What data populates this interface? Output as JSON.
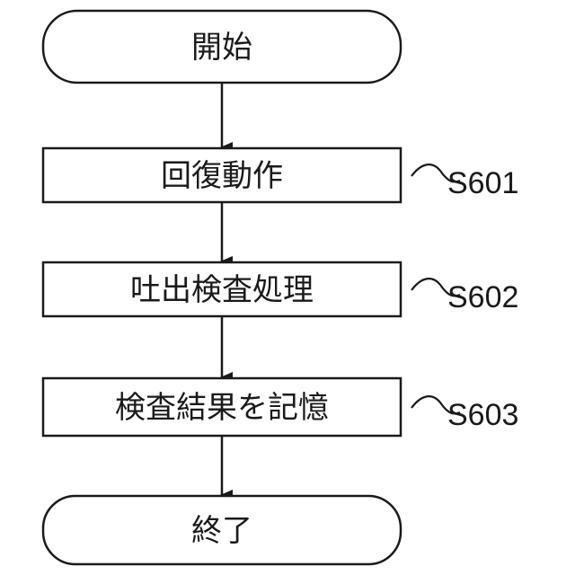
{
  "flow": {
    "start": {
      "label": "開始"
    },
    "steps": [
      {
        "label": "回復動作",
        "id": "S601"
      },
      {
        "label": "吐出検査処理",
        "id": "S602"
      },
      {
        "label": "検査結果を記憶",
        "id": "S603"
      }
    ],
    "end": {
      "label": "終了"
    }
  }
}
